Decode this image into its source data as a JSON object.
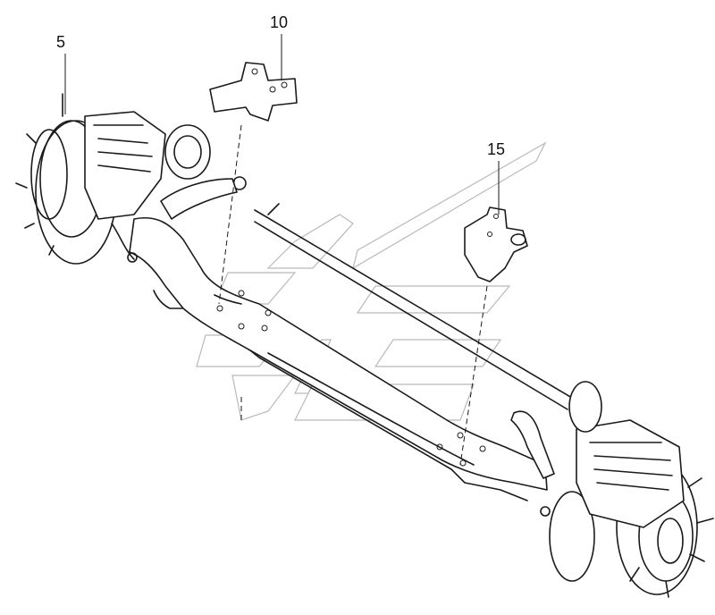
{
  "callouts": {
    "part_5": "5",
    "part_10": "10",
    "part_15": "15"
  },
  "colors": {
    "line": "#1a1a1a",
    "watermark": "#b9b9b9",
    "background": "#ffffff"
  }
}
